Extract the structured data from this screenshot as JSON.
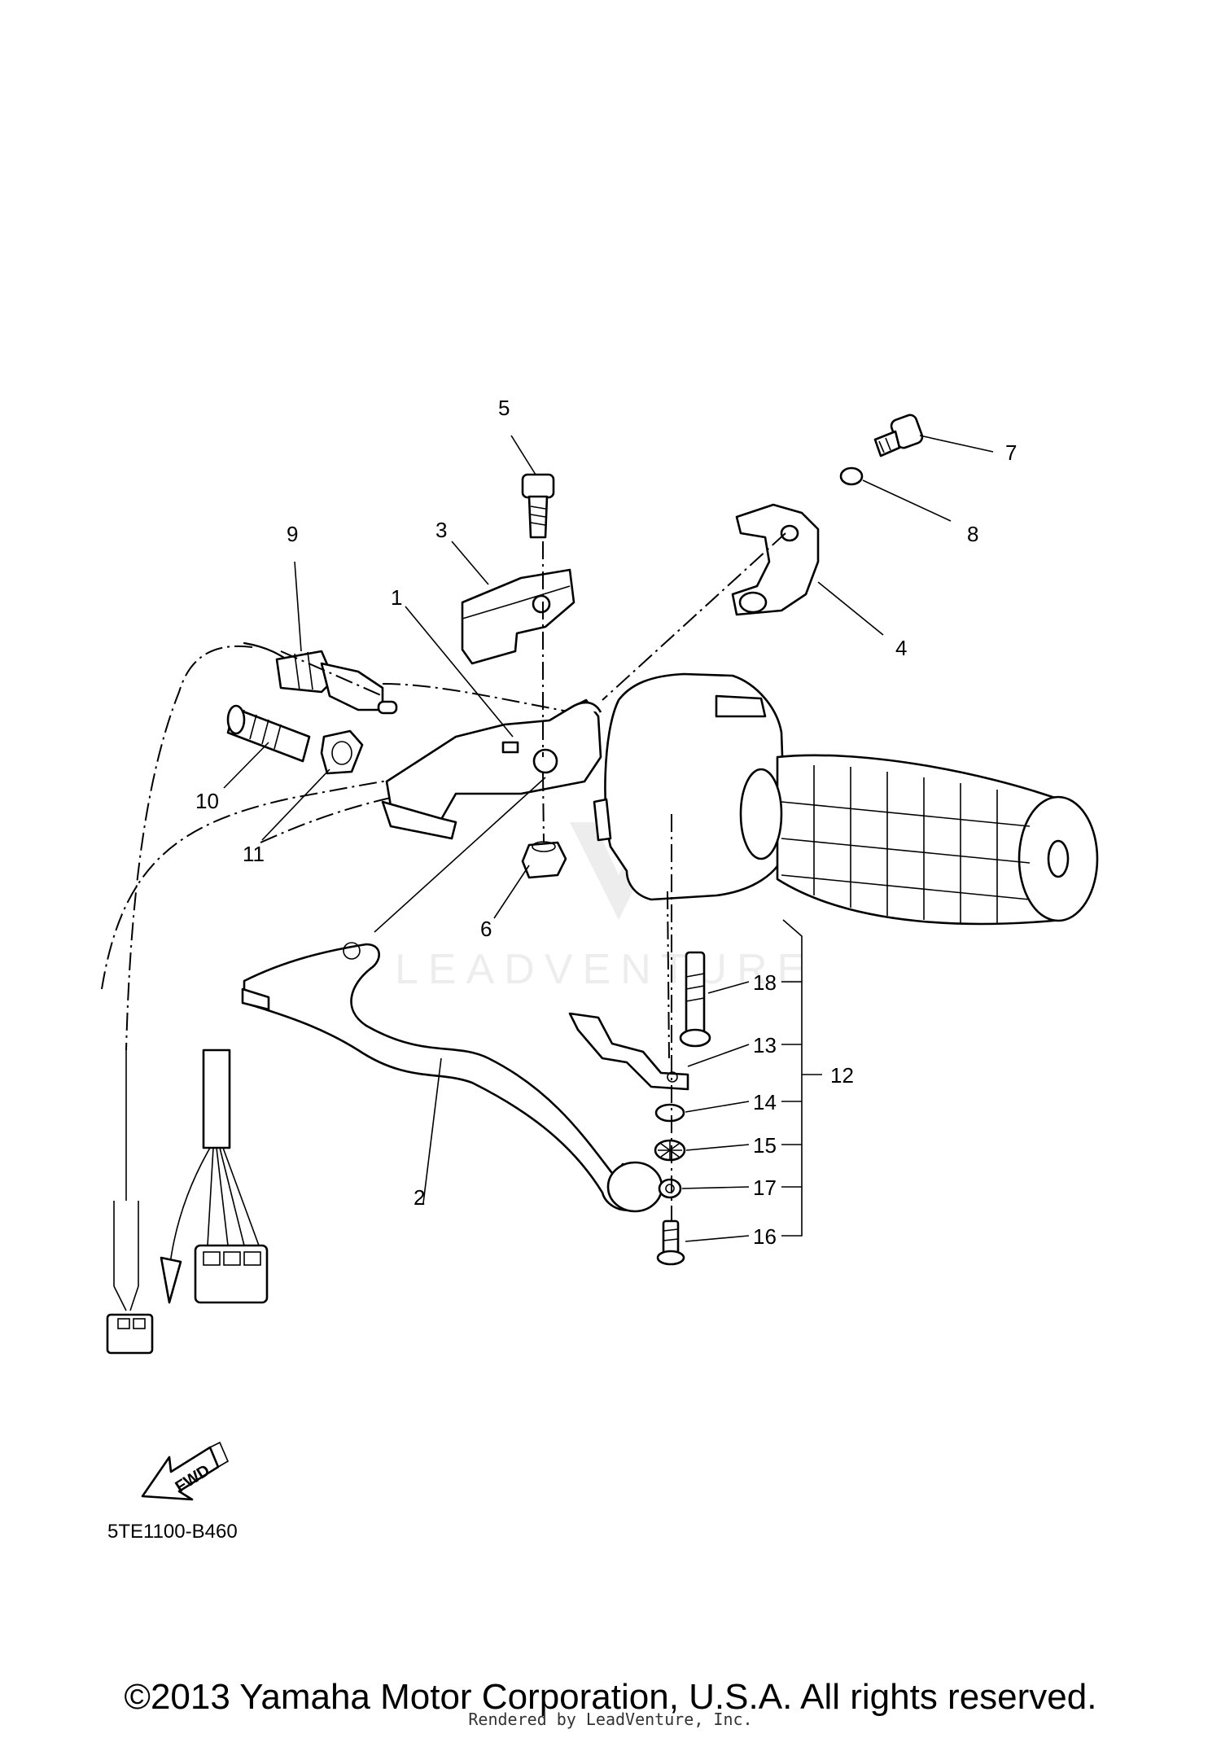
{
  "callouts": {
    "n1": "1",
    "n2": "2",
    "n3": "3",
    "n4": "4",
    "n5": "5",
    "n6": "6",
    "n7": "7",
    "n8": "8",
    "n9": "9",
    "n10": "10",
    "n11": "11",
    "n12": "12",
    "n13": "13",
    "n14": "14",
    "n15": "15",
    "n16": "16",
    "n17": "17",
    "n18": "18"
  },
  "fwd_label": "FWD",
  "diagram_code": "5TE1100-B460",
  "watermark_text": "LEADVENTURE",
  "copyright": "©2013 Yamaha Motor Corporation, U.S.A. All rights reserved.",
  "rendered_by": "Rendered by LeadVenture, Inc."
}
